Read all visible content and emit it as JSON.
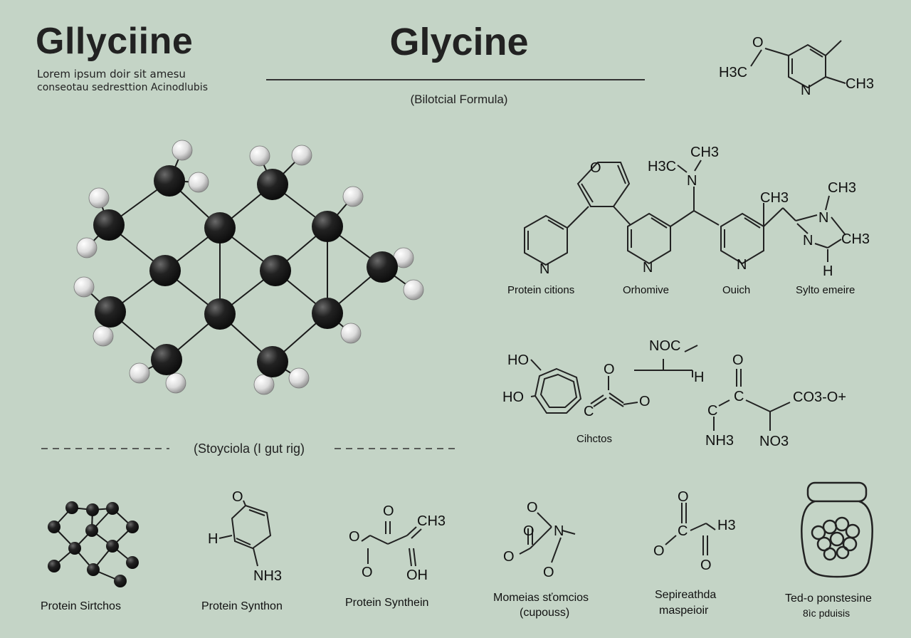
{
  "header": {
    "title_left": "Gllyciine",
    "subtitle_lines": [
      "Lorem ipsum doir sit amesu",
      "conseotau sedresttion Acinodlubis"
    ],
    "title_center": "Glycine",
    "formula_caption": "(Bilotcial Formula)"
  },
  "section": {
    "caption": "(Stoyciola (I gut rig)"
  },
  "corner_molecule": {
    "atoms": [
      "O",
      "H3C",
      "N",
      "CH3"
    ]
  },
  "upper_right": {
    "atoms": [
      "O",
      "H3C",
      "N",
      "CH3",
      "N",
      "N",
      "N",
      "CH3",
      "CH3",
      "N",
      "N",
      "CH3",
      "H"
    ],
    "labels": [
      "Protein citions",
      "Orhomive",
      "Ouich",
      "Sylto emeire"
    ]
  },
  "mid_right": {
    "atoms": [
      "HO",
      "HO",
      "O",
      "C",
      "O",
      "NOC",
      "H",
      "O",
      "C",
      "C",
      "CO3-O+",
      "NH3",
      "NO3"
    ],
    "labels": [
      "Cihctos"
    ]
  },
  "bottom_row": [
    {
      "label_lines": [
        "Protein Sirtchos"
      ],
      "atoms": []
    },
    {
      "label_lines": [
        "Protein Synthon"
      ],
      "atoms": [
        "O",
        "H",
        "NH3"
      ]
    },
    {
      "label_lines": [
        "Protein Synthein"
      ],
      "atoms": [
        "O",
        "CH3",
        "O",
        "O",
        "OH"
      ]
    },
    {
      "label_lines": [
        "Momeias sťomcios",
        "(cupouss)"
      ],
      "atoms": [
        "O",
        "O",
        "N",
        "O",
        "O"
      ]
    },
    {
      "label_lines": [
        "Sepireathda",
        "maspeioir"
      ],
      "atoms": [
        "O",
        "C",
        "H3",
        "O",
        "O"
      ]
    },
    {
      "label_lines": [
        "Ted-o ponstesine",
        "8ìc pduisis"
      ],
      "atoms": []
    }
  ],
  "colors": {
    "background": "#c4d4c6",
    "carbon": "#1e1e1e",
    "hydrogen": "#e6e6e6",
    "ink": "#1d1d1d"
  }
}
